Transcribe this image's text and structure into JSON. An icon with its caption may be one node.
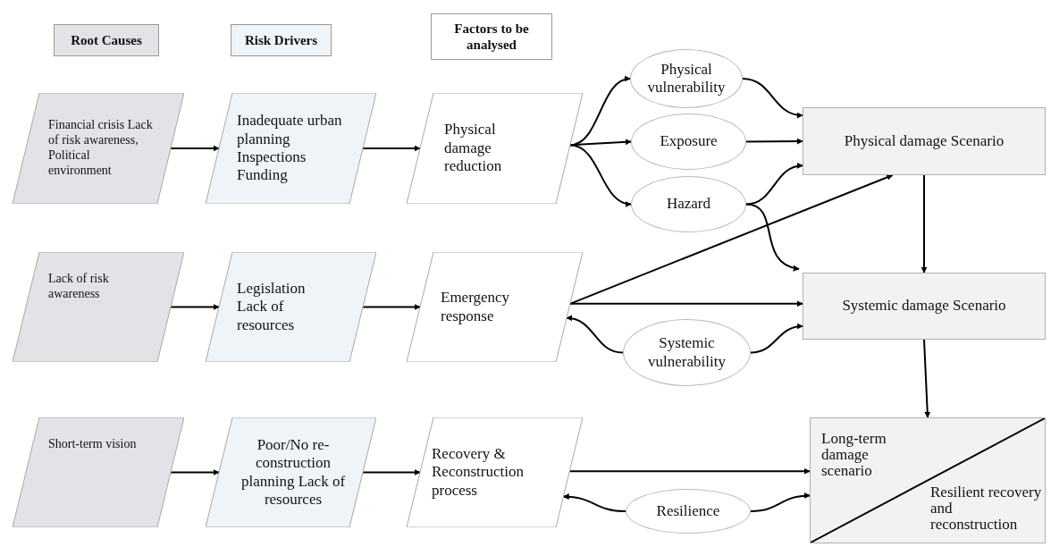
{
  "diagram": {
    "nodes": [
      {
        "text": [
          "Root Causes"
        ]
      },
      {
        "text": [
          "Risk Drivers"
        ]
      },
      {
        "text": [
          "Factors to be analysed"
        ]
      },
      {
        "text": [
          "Financial crisis Lack of risk awareness, Political environment"
        ]
      },
      {
        "text": [
          "Inadequate urban planning Inspections Funding"
        ]
      },
      {
        "text": [
          "Physical damage reduction"
        ]
      },
      {
        "text": [
          "Physical vulnerability"
        ]
      },
      {
        "text": [
          "Exposure"
        ]
      },
      {
        "text": [
          "Hazard"
        ]
      },
      {
        "text": [
          "Physical damage Scenario"
        ]
      },
      {
        "text": [
          "Lack of risk awareness"
        ]
      },
      {
        "text": [
          "Legislation Lack of resources"
        ]
      },
      {
        "text": [
          "Emergency response"
        ]
      },
      {
        "text": [
          "Systemic damage Scenario"
        ]
      },
      {
        "text": [
          "Systemic vulnerability"
        ]
      },
      {
        "text": [
          "Short-term vision"
        ]
      },
      {
        "text": [
          "Poor/No re-construction planning Lack of resources"
        ]
      },
      {
        "text": [
          "Recovery & Reconstruction process"
        ]
      },
      {
        "text": [
          "Resilience"
        ]
      },
      {
        "text": [
          "Long-term damage scenario",
          "Resilient recovery and reconstruction"
        ]
      }
    ],
    "edges": [
      {
        "from": 3,
        "to": 4,
        "arrow": "to"
      },
      {
        "from": 4,
        "to": 5,
        "arrow": "to"
      },
      {
        "from": 5,
        "to": 6,
        "arrow": "to"
      },
      {
        "from": 5,
        "to": 7,
        "arrow": "to"
      },
      {
        "from": 5,
        "to": 8,
        "arrow": "to"
      },
      {
        "from": 6,
        "to": 9,
        "arrow": "to"
      },
      {
        "from": 7,
        "to": 9,
        "arrow": "to"
      },
      {
        "from": 8,
        "to": 9,
        "arrow": "to"
      },
      {
        "from": 8,
        "to": 13,
        "arrow": "to"
      },
      {
        "from": 10,
        "to": 11,
        "arrow": "to"
      },
      {
        "from": 11,
        "to": 12,
        "arrow": "to"
      },
      {
        "from": 12,
        "to": 9,
        "arrow": "to"
      },
      {
        "from": 12,
        "to": 13,
        "arrow": "to"
      },
      {
        "from": 14,
        "to": 12,
        "arrow": "to"
      },
      {
        "from": 14,
        "to": 13,
        "arrow": "to"
      },
      {
        "from": 9,
        "to": 13,
        "arrow": "to"
      },
      {
        "from": 13,
        "to": 19,
        "arrow": "to"
      },
      {
        "from": 15,
        "to": 16,
        "arrow": "to"
      },
      {
        "from": 16,
        "to": 17,
        "arrow": "to"
      },
      {
        "from": 17,
        "to": 19,
        "arrow": "to"
      },
      {
        "from": 18,
        "to": 17,
        "arrow": "to"
      },
      {
        "from": 18,
        "to": 19,
        "arrow": "to"
      }
    ]
  }
}
